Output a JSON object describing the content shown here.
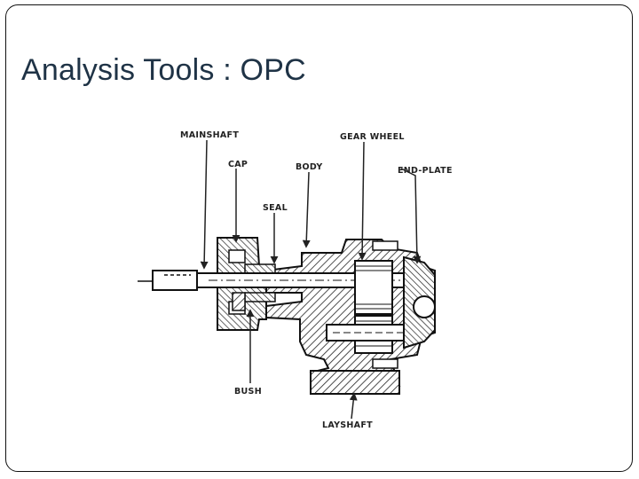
{
  "slide": {
    "title": "Analysis Tools : OPC"
  },
  "diagram": {
    "labels": {
      "mainshaft": "MAINSHAFT",
      "gear_wheel": "GEAR WHEEL",
      "cap": "CAP",
      "body": "BODY",
      "end_plate": "END-PLATE",
      "seal": "SEAL",
      "bush": "BUSH",
      "layshaft": "LAYSHAFT"
    }
  }
}
